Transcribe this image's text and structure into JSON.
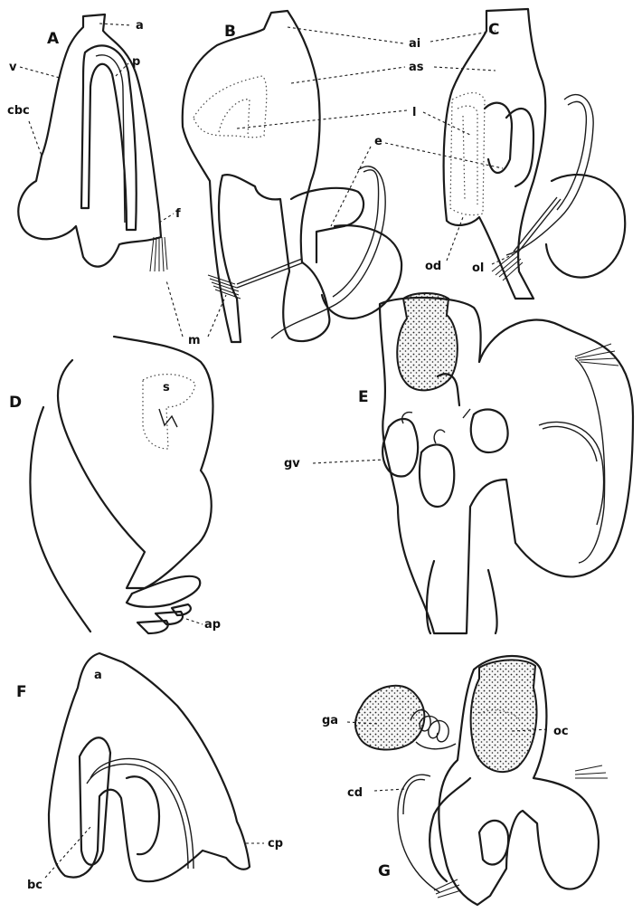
{
  "panels": {
    "A": "A",
    "B": "B",
    "C": "C",
    "D": "D",
    "E": "E",
    "F": "F",
    "G": "G"
  },
  "labels": {
    "a_A": "a",
    "v": "v",
    "p": "p",
    "cbc": "cbc",
    "f": "f",
    "m": "m",
    "ai": "ai",
    "as": "as",
    "l": "l",
    "e": "e",
    "od": "od",
    "ol": "ol",
    "s": "s",
    "ap": "ap",
    "gv": "gv",
    "a_F": "a",
    "cp": "cp",
    "bc": "bc",
    "ga": "ga",
    "oc": "oc",
    "cd": "cd"
  }
}
